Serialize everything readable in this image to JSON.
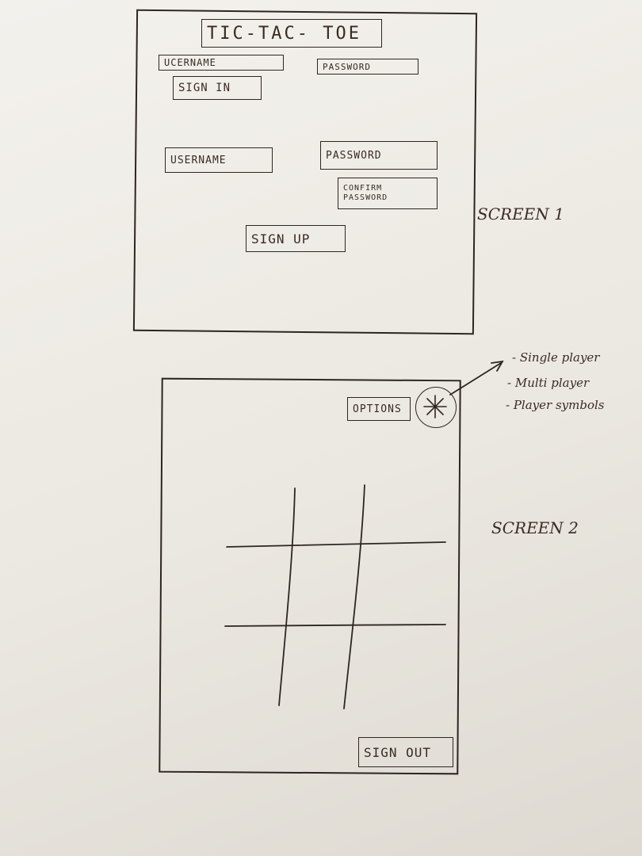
{
  "screen1": {
    "title": "TIC-TAC- TOE",
    "signin": {
      "username_placeholder": "UCERNAME",
      "password_placeholder": "PASSWORD",
      "button_label": "SIGN IN"
    },
    "signup": {
      "username_placeholder": "USERNAME",
      "password_placeholder": "PASSWORD",
      "confirm_placeholder": "CONFIRM PASSWORD",
      "button_label": "SIGN UP"
    },
    "caption": "SCREEN 1"
  },
  "screen2": {
    "options_label": "OPTIONS",
    "settings_icon": "asterisk-gear-icon",
    "signout_label": "SIGN OUT",
    "caption": "SCREEN 2",
    "options_notes": [
      "- Single player",
      "- Multi player",
      "- Player symbols"
    ]
  }
}
